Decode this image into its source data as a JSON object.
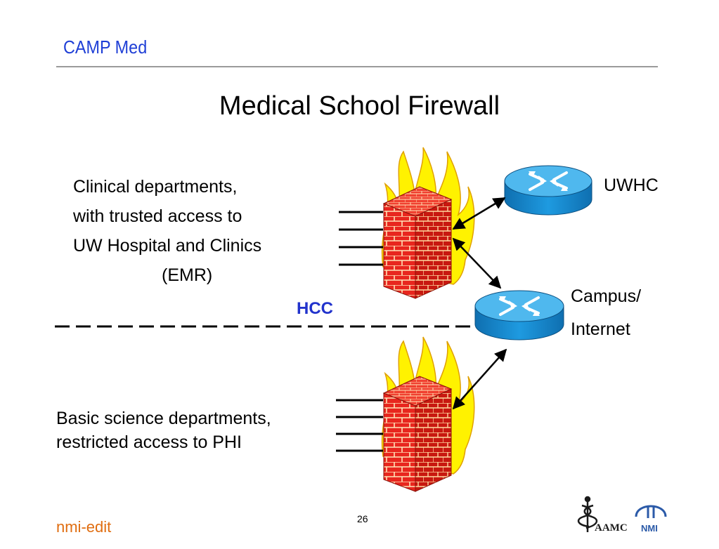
{
  "header": {
    "title": "CAMP Med"
  },
  "slide": {
    "title": "Medical School Firewall",
    "page_number": "26"
  },
  "labels": {
    "clinical_line1": "Clinical departments,",
    "clinical_line2": "with trusted access to",
    "clinical_line3": "UW Hospital and Clinics",
    "clinical_line4": "(EMR)",
    "basic_line1": "Basic science departments,",
    "basic_line2": "restricted access to PHI",
    "hcc": "HCC",
    "uwhc": "UWHC",
    "campus_line1": "Campus/",
    "campus_line2": "Internet"
  },
  "footer": {
    "left_text": "nmi-edit",
    "logo_aamc": "AAMC",
    "logo_nmi": "NMI"
  },
  "colors": {
    "header": "#1f3fd6",
    "hcc": "#2233cc",
    "footer": "#e06d10",
    "brick": "#e0201a",
    "router": "#1a8fd0",
    "flame": "#ffe600"
  },
  "icons": [
    "firewall-icon",
    "router-icon",
    "double-arrow-icon",
    "caduceus-icon",
    "nmi-logo-icon"
  ]
}
